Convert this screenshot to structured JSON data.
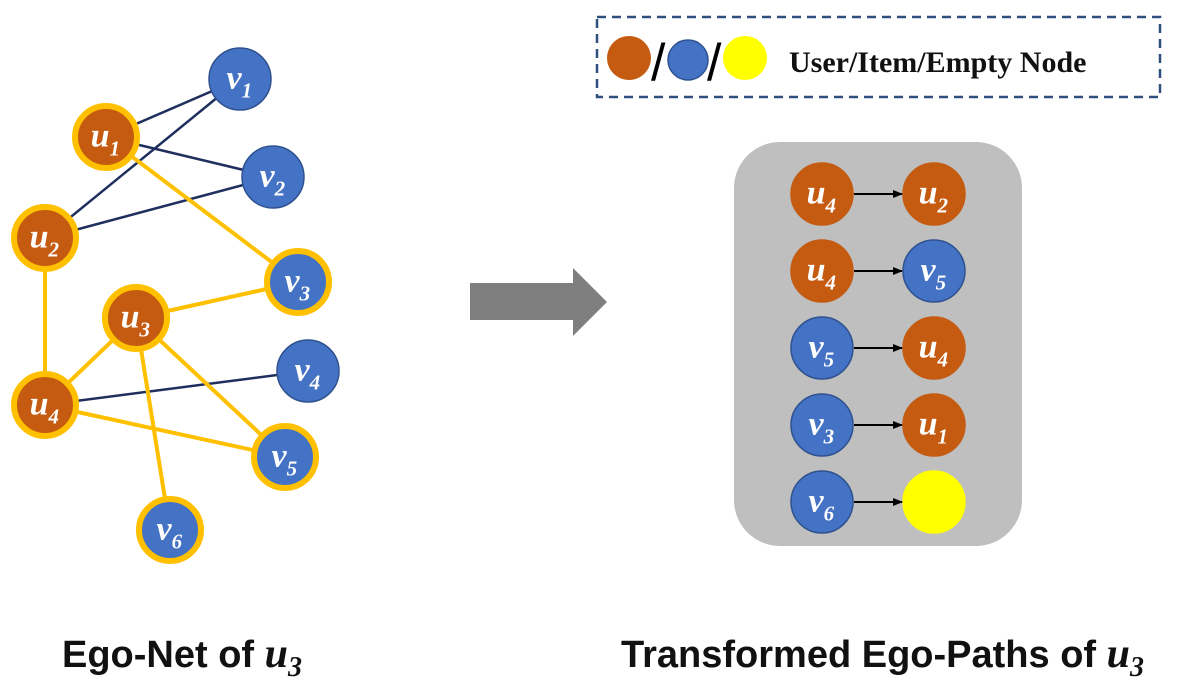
{
  "colors": {
    "user": "#c55a11",
    "item": "#4472c4",
    "empty": "#ffff00",
    "ego_highlight": "#ffc000",
    "plain_edge": "#1f2f5e",
    "arrow": "#7f7f7f",
    "panel": "#bfbfbf",
    "legend_border": "#2f4f7f"
  },
  "legend": {
    "separator": "/",
    "text": "User/Item/Empty Node"
  },
  "ego_net": {
    "caption_prefix": "Ego-Net of ",
    "caption_var": "u",
    "caption_sub": "3",
    "nodes": [
      {
        "id": "v1",
        "type": "item",
        "var": "v",
        "sub": "1",
        "highlight": false
      },
      {
        "id": "u1",
        "type": "user",
        "var": "u",
        "sub": "1",
        "highlight": true
      },
      {
        "id": "v2",
        "type": "item",
        "var": "v",
        "sub": "2",
        "highlight": false
      },
      {
        "id": "u2",
        "type": "user",
        "var": "u",
        "sub": "2",
        "highlight": true
      },
      {
        "id": "v3",
        "type": "item",
        "var": "v",
        "sub": "3",
        "highlight": true
      },
      {
        "id": "u3",
        "type": "user",
        "var": "u",
        "sub": "3",
        "highlight": true
      },
      {
        "id": "v4",
        "type": "item",
        "var": "v",
        "sub": "4",
        "highlight": false
      },
      {
        "id": "u4",
        "type": "user",
        "var": "u",
        "sub": "4",
        "highlight": true
      },
      {
        "id": "v5",
        "type": "item",
        "var": "v",
        "sub": "5",
        "highlight": true
      },
      {
        "id": "v6",
        "type": "item",
        "var": "v",
        "sub": "6",
        "highlight": true
      }
    ],
    "edges": [
      {
        "from": "u1",
        "to": "v1",
        "ego": false
      },
      {
        "from": "u1",
        "to": "v2",
        "ego": false
      },
      {
        "from": "u2",
        "to": "v1",
        "ego": false
      },
      {
        "from": "u2",
        "to": "v2",
        "ego": false
      },
      {
        "from": "u4",
        "to": "v4",
        "ego": false
      },
      {
        "from": "u1",
        "to": "v3",
        "ego": true
      },
      {
        "from": "u2",
        "to": "u4",
        "ego": true
      },
      {
        "from": "u3",
        "to": "v3",
        "ego": true
      },
      {
        "from": "u3",
        "to": "u4",
        "ego": true
      },
      {
        "from": "u3",
        "to": "v5",
        "ego": true
      },
      {
        "from": "u3",
        "to": "v6",
        "ego": true
      },
      {
        "from": "u4",
        "to": "v5",
        "ego": true
      }
    ]
  },
  "ego_paths": {
    "caption_prefix": "Transformed Ego-Paths of ",
    "caption_var": "u",
    "caption_sub": "3",
    "paths": [
      {
        "from": {
          "type": "user",
          "var": "u",
          "sub": "4"
        },
        "to": {
          "type": "user",
          "var": "u",
          "sub": "2"
        }
      },
      {
        "from": {
          "type": "user",
          "var": "u",
          "sub": "4"
        },
        "to": {
          "type": "item",
          "var": "v",
          "sub": "5"
        }
      },
      {
        "from": {
          "type": "item",
          "var": "v",
          "sub": "5"
        },
        "to": {
          "type": "user",
          "var": "u",
          "sub": "4"
        }
      },
      {
        "from": {
          "type": "item",
          "var": "v",
          "sub": "3"
        },
        "to": {
          "type": "user",
          "var": "u",
          "sub": "1"
        }
      },
      {
        "from": {
          "type": "item",
          "var": "v",
          "sub": "6"
        },
        "to": {
          "type": "empty",
          "var": "",
          "sub": ""
        }
      }
    ]
  }
}
